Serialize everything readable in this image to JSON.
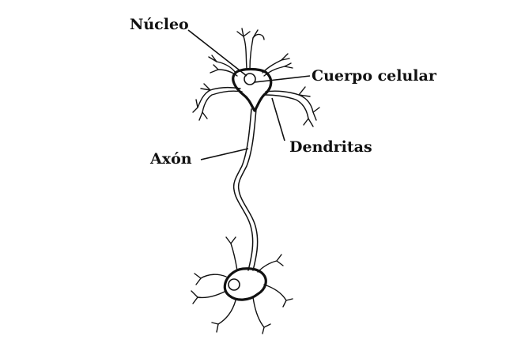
{
  "labels": {
    "nucleus": "Núcleo",
    "cell_body": "Cuerpo celular",
    "dendrites": "Dendritas",
    "axon": "Axón"
  },
  "colors": {
    "ink": "#111111",
    "background": "#ffffff"
  }
}
